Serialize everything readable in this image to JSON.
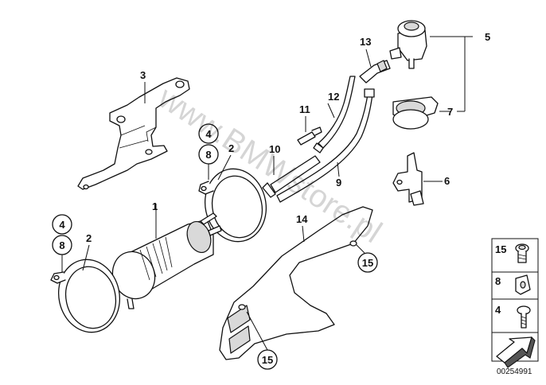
{
  "diagram": {
    "part_labels": {
      "p1": "1",
      "p2a": "2",
      "p2b": "2",
      "p3": "3",
      "p5": "5",
      "p6": "6",
      "p7": "7",
      "p9": "9",
      "p10": "10",
      "p11": "11",
      "p12": "12",
      "p13": "13",
      "p14": "14"
    },
    "circled_labels": {
      "c4a": "4",
      "c8a": "8",
      "c4b": "4",
      "c8b": "8",
      "c15a": "15",
      "c15b": "15"
    },
    "watermark": "www.BMWstore.pl",
    "legend": {
      "item1": "15",
      "item2": "8",
      "item3": "4"
    },
    "image_code": "00254991"
  }
}
